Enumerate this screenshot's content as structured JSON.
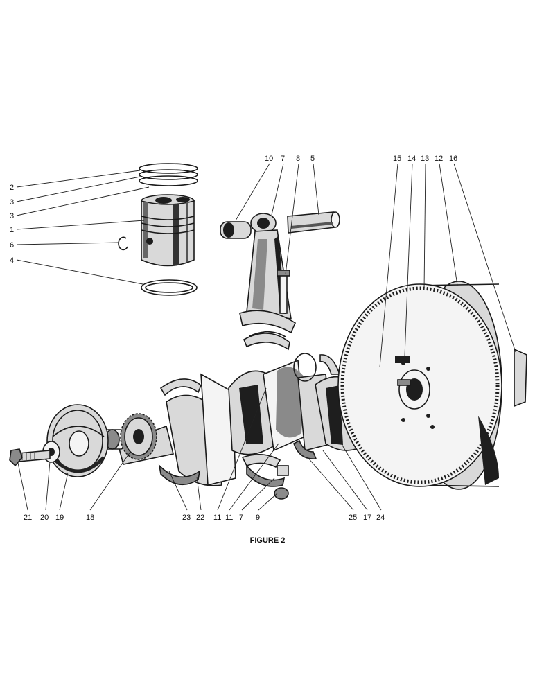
{
  "figure": {
    "caption": "FIGURE 2",
    "callouts": {
      "c1": "1",
      "c2": "2",
      "c3a": "3",
      "c3b": "3",
      "c4": "4",
      "c5": "5",
      "c6": "6",
      "c7a": "7",
      "c7b": "7",
      "c8": "8",
      "c9": "9",
      "c10": "10",
      "c11a": "11",
      "c11b": "11",
      "c12": "12",
      "c13": "13",
      "c14": "14",
      "c15": "15",
      "c16": "16",
      "c17": "17",
      "c18": "18",
      "c19": "19",
      "c20": "20",
      "c21": "21",
      "c22": "22",
      "c23": "23",
      "c24": "24",
      "c25": "25"
    }
  }
}
